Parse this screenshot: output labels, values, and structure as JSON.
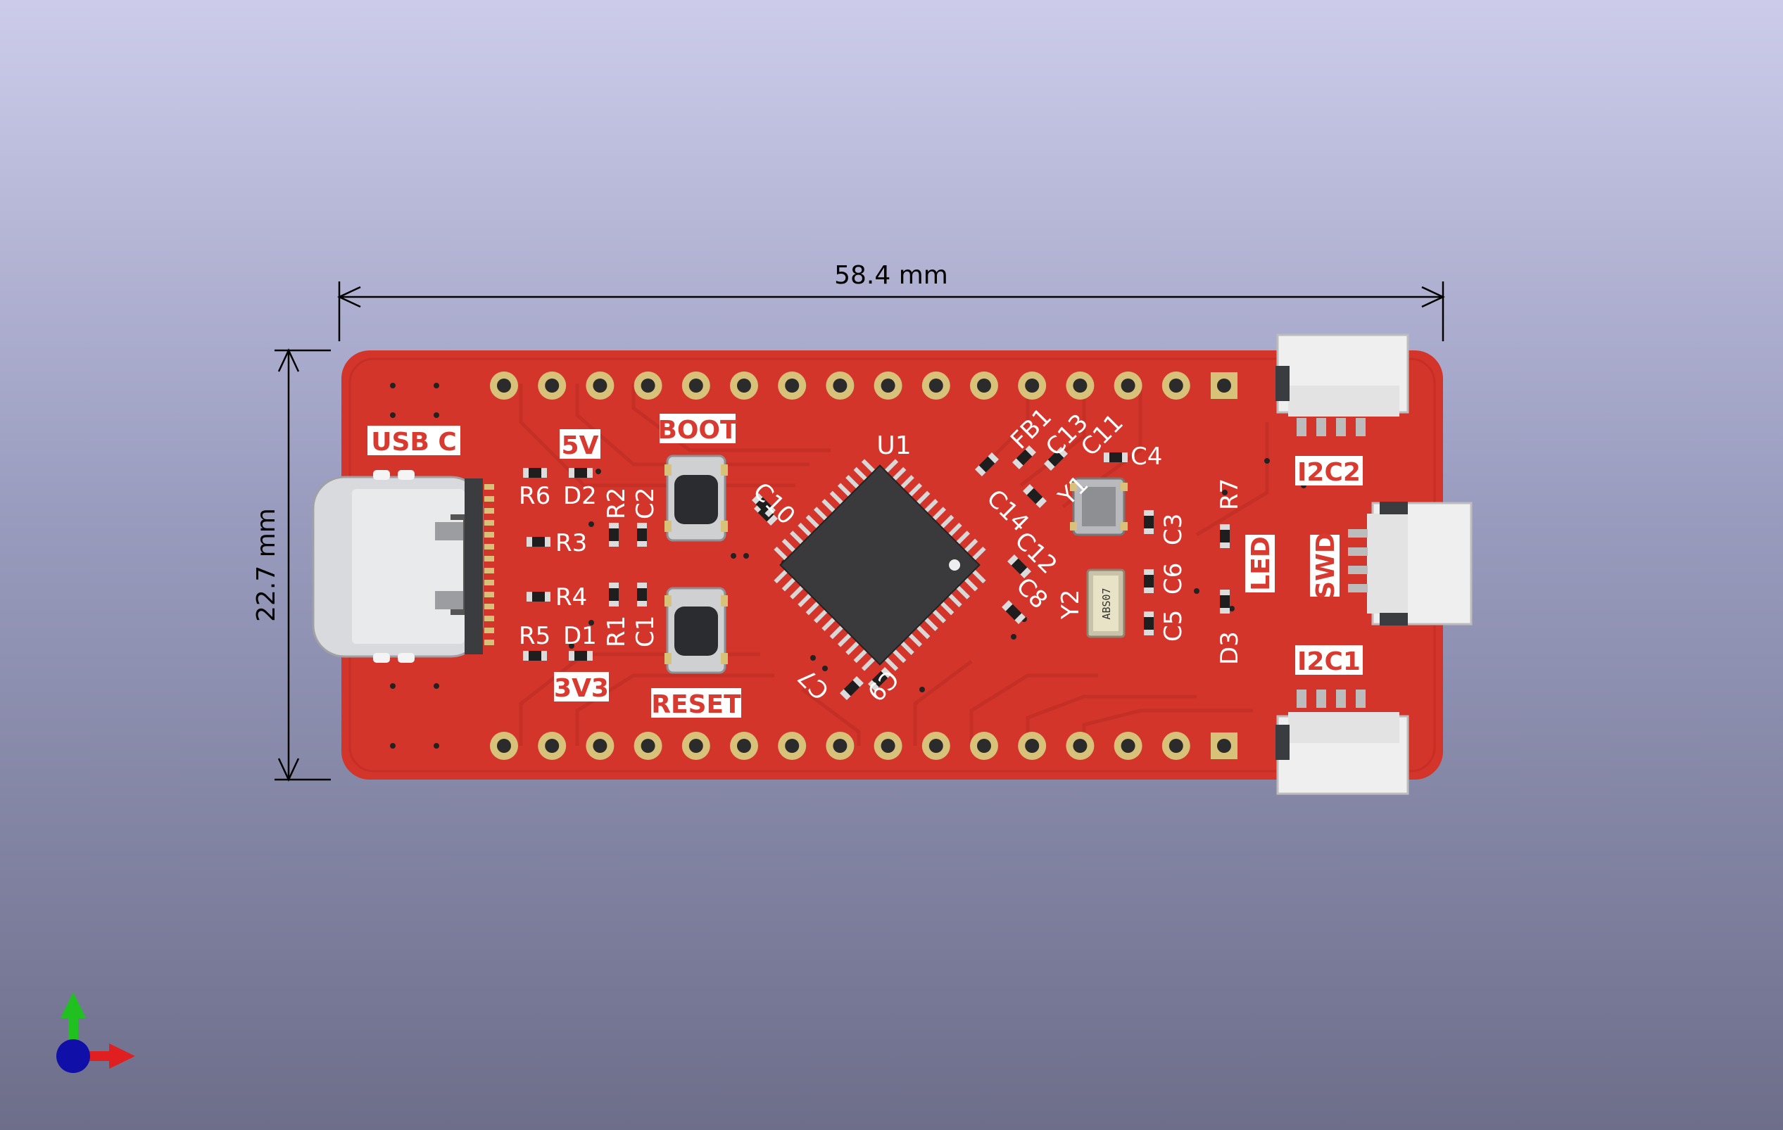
{
  "viewer": {
    "dimensions": {
      "width": "58.4 mm",
      "height": "22.7 mm"
    },
    "colors": {
      "board": "#d3352b",
      "silk": "#ffffff",
      "pad": "#d8c27a",
      "axis_x": "#e02020",
      "axis_y": "#20c020",
      "axis_z": "#1010a8"
    },
    "board": {
      "groups": {
        "usb": "USB C",
        "v5": "5V",
        "v33": "3V3",
        "boot": "BOOT",
        "reset": "RESET",
        "led": "LED",
        "i2c2": "I2C2",
        "i2c1": "I2C1",
        "swd": "SWD"
      },
      "refs": {
        "u1": "U1",
        "r6": "R6",
        "d2": "D2",
        "r2": "R2",
        "c2": "C2",
        "r3": "R3",
        "r4": "R4",
        "r1": "R1",
        "c1": "C1",
        "r5": "R5",
        "d1": "D1",
        "c10": "C10",
        "fb1": "FB1",
        "c13": "C13",
        "c11": "C11",
        "c14": "C14",
        "y1": "Y1",
        "c4": "C4",
        "c3": "C3",
        "r7": "R7",
        "c12": "C12",
        "c8": "C8",
        "y2": "Y2",
        "c6": "C6",
        "c5": "C5",
        "d3": "D3",
        "c7": "C7",
        "c9": "C9"
      },
      "crystal_marking": "ABS07"
    },
    "axes_icon": [
      "axis-x-arrow",
      "axis-y-arrow",
      "axis-z-sphere"
    ]
  }
}
